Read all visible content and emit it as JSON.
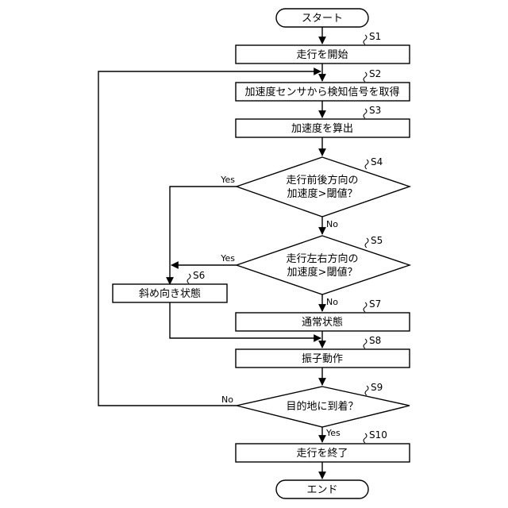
{
  "terminals": {
    "start": "スタート",
    "end": "エンド"
  },
  "steps": {
    "s1": {
      "id": "S1",
      "text": "走行を開始"
    },
    "s2": {
      "id": "S2",
      "text": "加速度センサから検知信号を取得"
    },
    "s3": {
      "id": "S3",
      "text": "加速度を算出"
    },
    "s4": {
      "id": "S4",
      "line1": "走行前後方向の",
      "line2": "加速度>閾値？"
    },
    "s5": {
      "id": "S5",
      "line1": "走行左右方向の",
      "line2": "加速度>閾値？"
    },
    "s6": {
      "id": "S6",
      "text": "斜め向き状態"
    },
    "s7": {
      "id": "S7",
      "text": "通常状態"
    },
    "s8": {
      "id": "S8",
      "text": "振子動作"
    },
    "s9": {
      "id": "S9",
      "text": "目的地に到着？"
    },
    "s10": {
      "id": "S10",
      "text": "走行を終了"
    }
  },
  "edge_labels": {
    "s4_yes": "Yes",
    "s4_no": "No",
    "s5_yes": "Yes",
    "s5_no": "No",
    "s9_no": "No",
    "s9_yes": "Yes"
  }
}
